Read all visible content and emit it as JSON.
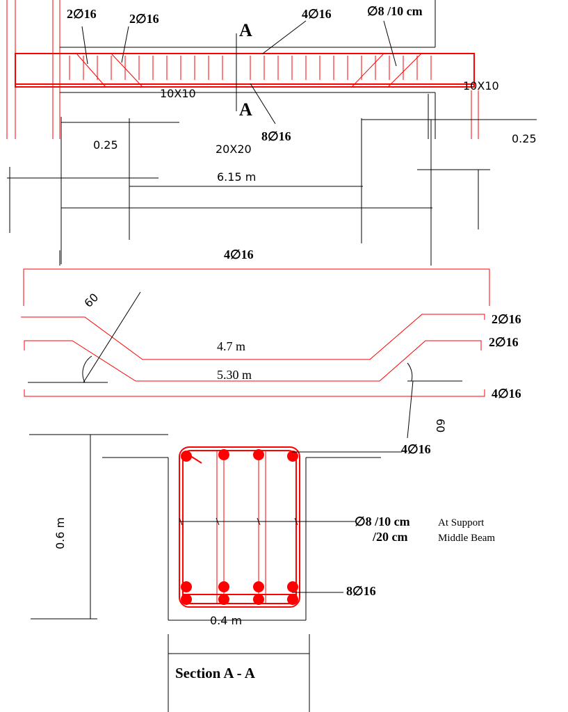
{
  "elevation": {
    "top_left_bars_1": "2∅16",
    "top_left_bars_2": "2∅16",
    "top_bars": "4∅16",
    "stirrups": "∅8 /10 cm",
    "section_mark_top": "A",
    "section_mark_bottom": "A",
    "bottom_bars": "8∅16",
    "haunch_left": "10X10",
    "haunch_right": "10X10",
    "column_size": "20X20",
    "support_left": "0.25",
    "support_right": "0.25",
    "span": "6.15  m"
  },
  "bar_schedule": {
    "top_bars": "4∅16",
    "bent_bar_1": "2∅16",
    "bent_bar_2": "2∅16",
    "bottom_bars": "4∅16",
    "angle_left": "60",
    "angle_right": "60",
    "length_1": "4.7 m",
    "length_2": "5.30 m"
  },
  "cross_section": {
    "top_bars": "4∅16",
    "stirrup_label": "∅8 /10 cm",
    "stirrup_note_1": "At Support",
    "stirrup_spacing_mid": "/20 cm",
    "stirrup_note_2": "Middle Beam",
    "bottom_bars": "8∅16",
    "depth": "0.6  m",
    "width": "0.4  m",
    "title": "Section  A - A"
  }
}
